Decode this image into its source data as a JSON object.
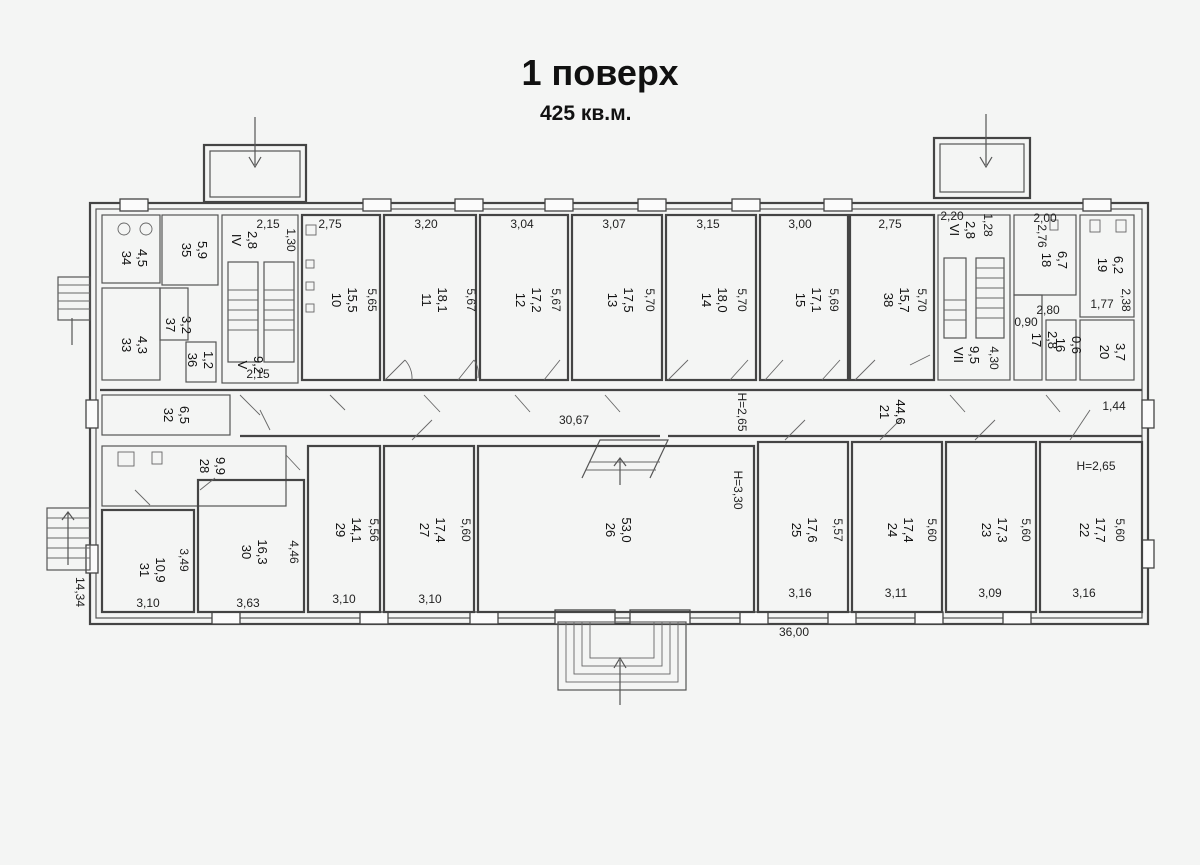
{
  "header": {
    "title": "1 поверх",
    "area": "425 кв.м."
  },
  "rooms": [
    {
      "id": "10",
      "area": "15,5",
      "w": "2,75",
      "h": "5,65"
    },
    {
      "id": "11",
      "area": "18,1",
      "w": "3,20",
      "h": "5,67"
    },
    {
      "id": "12",
      "area": "17,2",
      "w": "3,04",
      "h": "5,67"
    },
    {
      "id": "13",
      "area": "17,5",
      "w": "3,07",
      "h": "5,70"
    },
    {
      "id": "14",
      "area": "18,0",
      "w": "3,15",
      "h": "5,70"
    },
    {
      "id": "15",
      "area": "17,1",
      "w": "3,00",
      "h": "5,69"
    },
    {
      "id": "38",
      "area": "15,7",
      "w": "2,75",
      "h": "5,70"
    },
    {
      "id": "29",
      "area": "14,1",
      "w": "3,10",
      "h": "5,56"
    },
    {
      "id": "27",
      "area": "17,4",
      "w": "3,10",
      "h": "5,60"
    },
    {
      "id": "26",
      "area": "53,0",
      "h": "H=3,30"
    },
    {
      "id": "25",
      "area": "17,6",
      "w": "3,16",
      "h": "5,57"
    },
    {
      "id": "24",
      "area": "17,4",
      "w": "3,11",
      "h": "5,60"
    },
    {
      "id": "23",
      "area": "17,3",
      "w": "3,09",
      "h": "5,60"
    },
    {
      "id": "22",
      "area": "17,7",
      "w": "3,16",
      "h": "5,60"
    },
    {
      "id": "31",
      "area": "10,9",
      "w": "3,10",
      "h": "3,49"
    },
    {
      "id": "30",
      "area": "16,3",
      "w": "3,63",
      "h": "4,46"
    },
    {
      "id": "34",
      "area": "4,5"
    },
    {
      "id": "35",
      "area": "5,9"
    },
    {
      "id": "33",
      "area": "4,3"
    },
    {
      "id": "37",
      "area": "3,2"
    },
    {
      "id": "36",
      "area": "1,2"
    },
    {
      "id": "32",
      "area": "6,5"
    },
    {
      "id": "28",
      "area": "9,9"
    },
    {
      "id": "IV",
      "area": "2,8"
    },
    {
      "id": "V",
      "area": "9,2"
    },
    {
      "id": "VI",
      "area": "2,8"
    },
    {
      "id": "VII",
      "area": "9,5"
    },
    {
      "id": "18",
      "area": "6,7"
    },
    {
      "id": "19",
      "area": "6,2"
    },
    {
      "id": "17",
      "area": "2,8"
    },
    {
      "id": "16",
      "area": "0,6"
    },
    {
      "id": "20",
      "area": "3,7"
    },
    {
      "id": "21",
      "area": "44,6"
    }
  ],
  "dims": {
    "d_215": "2,15",
    "d_130": "1,30",
    "d_215b": "2,15",
    "d_220": "2,20",
    "d_128": "1,28",
    "d_430": "4,30",
    "d_200": "2,00",
    "d_276": "2,76",
    "d_238": "2,38",
    "d_177": "1,77",
    "d_280": "2,80",
    "d_090": "0,90",
    "d_144": "1,44",
    "corridor_len": "30,67",
    "h_corr": "H=2,65",
    "h_right": "H=2,65",
    "total_len": "36,00",
    "total_w": "14,34"
  }
}
